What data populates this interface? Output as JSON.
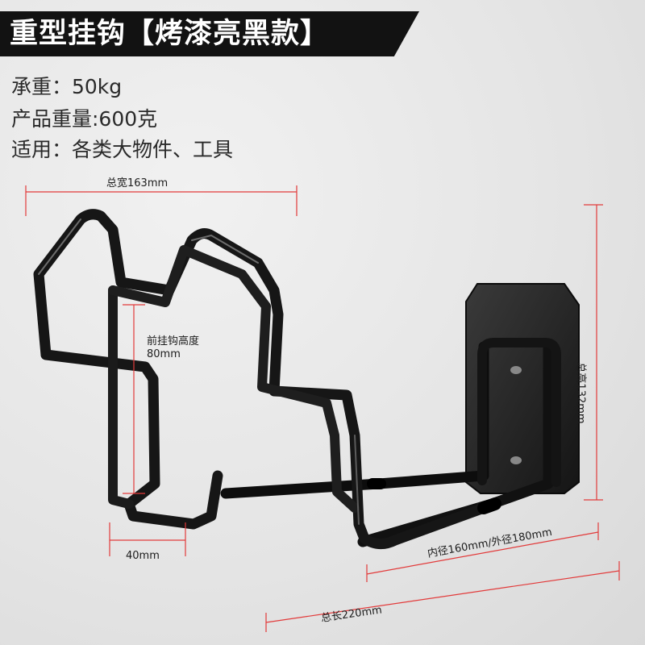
{
  "title": "重型挂钩【烤漆亮黑款】",
  "specs": [
    {
      "text": "承重：50kg"
    },
    {
      "text": "产品重量:600克"
    },
    {
      "text": "适用：各类大物件、工具"
    }
  ],
  "dimensions": {
    "total_width": "总宽163mm",
    "front_hook_height": "前挂钩高度",
    "front_hook_height_value": "80mm",
    "total_height": "总高132mm",
    "hook_width": "40mm",
    "inner_outer_diameter": "内径160mm/外径180mm",
    "total_length": "总长220mm"
  },
  "colors": {
    "title_bg": "#121212",
    "dimension_line": "#e23a3a",
    "product": "#1a1a1a"
  }
}
